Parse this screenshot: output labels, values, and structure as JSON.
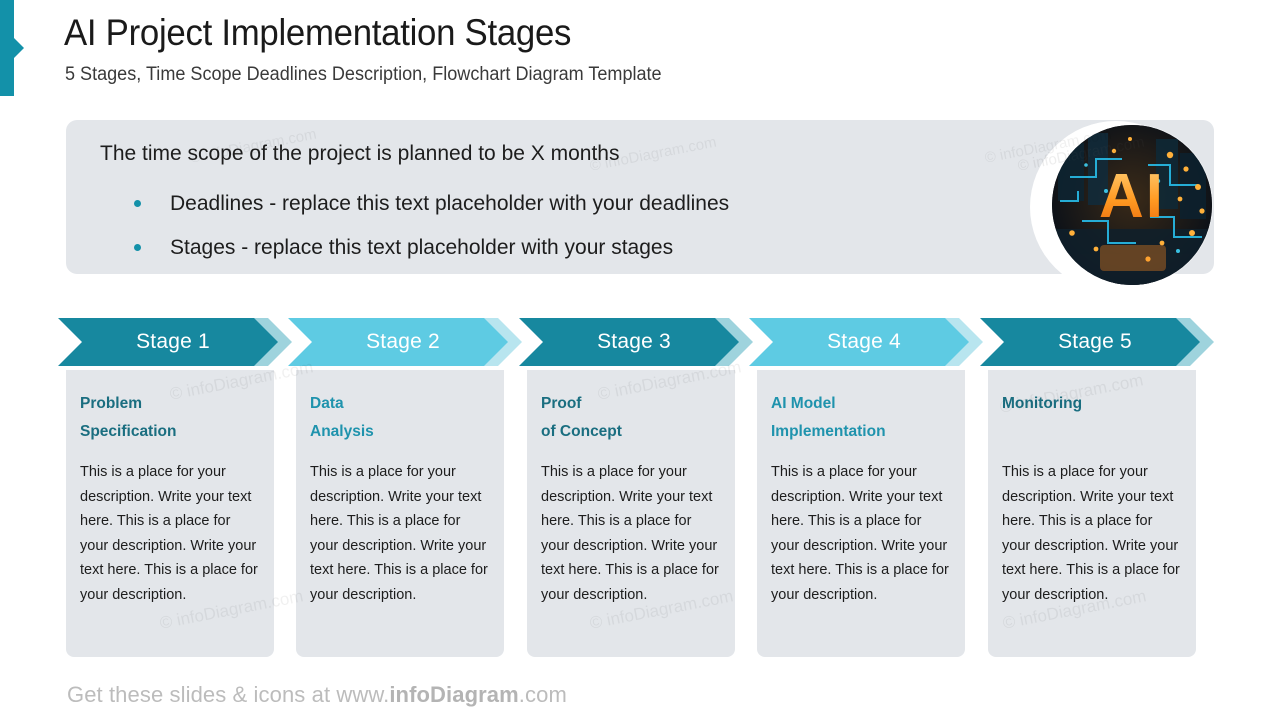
{
  "header": {
    "title": "AI Project Implementation Stages",
    "subtitle": "5 Stages, Time Scope Deadlines Description, Flowchart Diagram Template"
  },
  "intro": {
    "lead": "The time scope of the project is planned to be X months",
    "bullets": [
      "Deadlines - replace this text placeholder with your deadlines",
      "Stages - replace this text placeholder with your stages"
    ],
    "image_alt": "AI"
  },
  "stages": [
    {
      "badge": "Stage 1",
      "name": "Problem\nSpecification",
      "description": "This is a place for your description. Write your text here. This is a place for your description. Write your text here. This is a place for your description.",
      "chevron_color": "#17889f",
      "shadow_color": "#9ed3dd",
      "name_color": "#1a6e80"
    },
    {
      "badge": "Stage 2",
      "name": "Data\nAnalysis",
      "description": "This is a place for your description. Write your text here. This is a place for your description. Write your text here. This is a place for your description.",
      "chevron_color": "#5ecbe3",
      "shadow_color": "#b8e5ef",
      "name_color": "#1f93ad"
    },
    {
      "badge": "Stage 3",
      "name": "Proof\nof Concept",
      "description": "This is a place for your description. Write your text here. This is a place for your description. Write your text here. This is a place for your description.",
      "chevron_color": "#17889f",
      "shadow_color": "#9ed3dd",
      "name_color": "#1a6e80"
    },
    {
      "badge": "Stage 4",
      "name": "AI Model\nImplementation",
      "description": "This is a place for your description. Write your text here. This is a place for your description. Write your text here. This is a place for your description.",
      "chevron_color": "#5ecbe3",
      "shadow_color": "#b8e5ef",
      "name_color": "#1f93ad"
    },
    {
      "badge": "Stage 5",
      "name": "Monitoring",
      "description": "This is a place for your description. Write your text here. This is a place for your description. Write your text here. This is a place for your description.",
      "chevron_color": "#17889f",
      "shadow_color": "#9ed3dd",
      "name_color": "#1a6e80"
    }
  ],
  "watermark": {
    "text": "© infoDiagram.com"
  },
  "footer": {
    "prefix": "Get these slides & icons at www.",
    "brand": "infoDiagram",
    "suffix": ".com"
  },
  "theme": {
    "accent_dark": "#1391a9",
    "accent_light": "#5ecbe3",
    "panel_bg": "#e3e6ea"
  }
}
